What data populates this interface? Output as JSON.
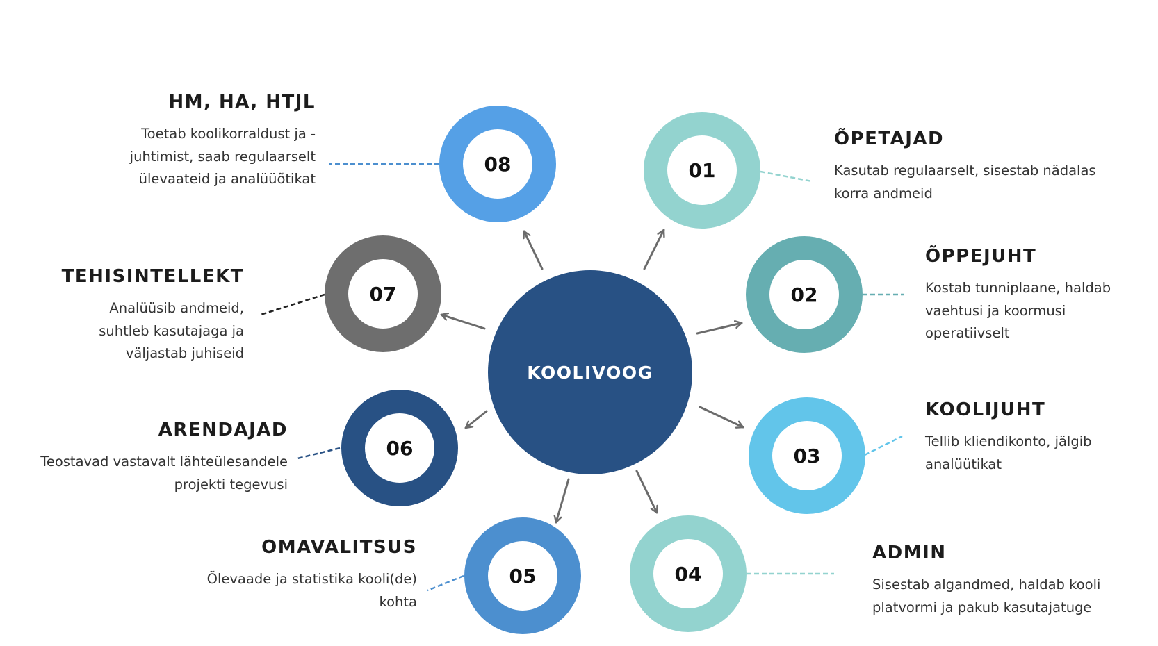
{
  "center": {
    "label": "KOOLIVOOG",
    "color": "#285184"
  },
  "arrow_color": "#6b6b6b",
  "nodes": [
    {
      "num": "01",
      "color": "#93d3cf",
      "title": "ÕPETAJAD",
      "desc": [
        "Kasutab regulaarselt, sisestab nädalas",
        "korra andmeid"
      ],
      "line_style": "dashed"
    },
    {
      "num": "02",
      "color": "#66aeb1",
      "title": "ÕPPEJUHT",
      "desc": [
        "Kostab tunniplaane, haldab",
        "vaehtusi ja koormusi",
        "operatiivselt"
      ],
      "line_style": "dashed"
    },
    {
      "num": "03",
      "color": "#62c5ea",
      "title": "KOOLIJUHT",
      "desc": [
        "Tellib kliendikonto, jälgib",
        "analüütikat"
      ],
      "line_style": "dashed"
    },
    {
      "num": "04",
      "color": "#93d3cf",
      "title": "ADMIN",
      "desc": [
        "Sisestab algandmed, haldab kooli",
        "platvormi ja pakub kasutajatuge"
      ],
      "line_style": "dashed"
    },
    {
      "num": "05",
      "color": "#4c8fcf",
      "title": "OMAVALITSUS",
      "desc": [
        "Õlevaade ja statistika kooli(de)",
        "kohta"
      ],
      "line_style": "dashed"
    },
    {
      "num": "06",
      "color": "#285184",
      "title": "ARENDAJAD",
      "desc": [
        "Teostavad vastavalt lähteülesandele",
        "projekti tegevusi"
      ],
      "line_style": "dashed"
    },
    {
      "num": "07",
      "color": "#6e6e6e",
      "title": "TEHISINTELLEKT",
      "desc": [
        "Analüüsib andmeid,",
        "suhtleb kasutajaga ja",
        "väljastab  juhiseid"
      ],
      "line_style": "dashed"
    },
    {
      "num": "08",
      "color": "#55a0e6",
      "title": "HM, HA, HTJL",
      "desc": [
        "Toetab koolikorraldust ja -",
        "juhtimist, saab regulaarselt",
        "ülevaateid ja analüüõtikat"
      ],
      "line_style": "dashed"
    }
  ]
}
